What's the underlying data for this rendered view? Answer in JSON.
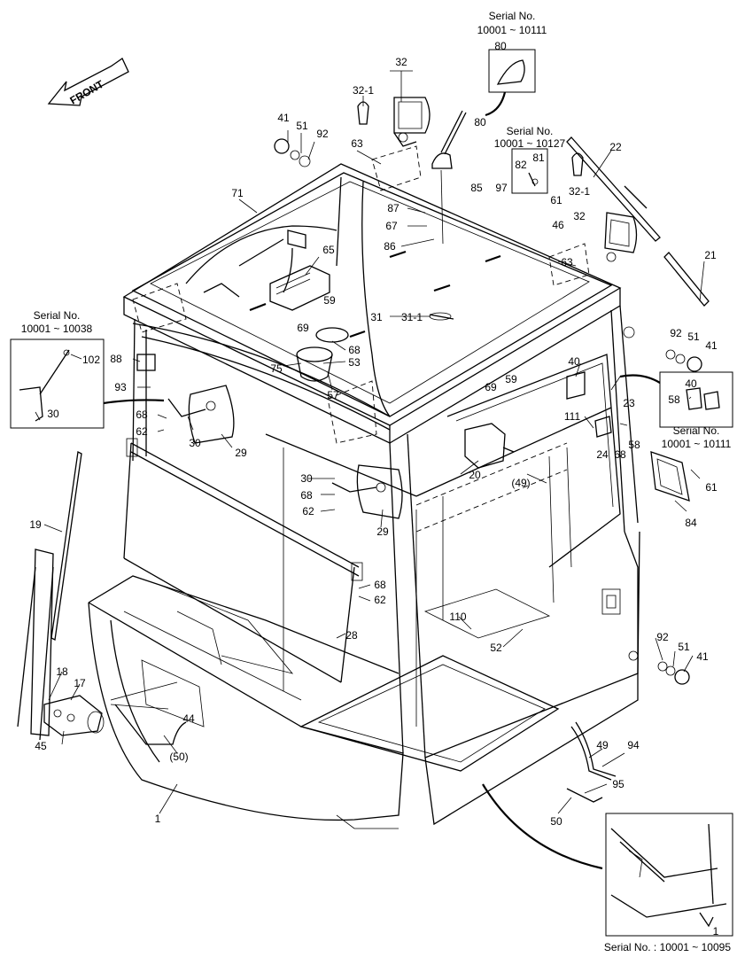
{
  "front_label": "FRONT",
  "serial_boxes": {
    "top": {
      "title": "Serial No.",
      "range": "10001 ~ 10111"
    },
    "right_upper": {
      "title": "Serial No.",
      "range": "10001 ~ 10127"
    },
    "left": {
      "title": "Serial No.",
      "range": "10001 ~ 10038"
    },
    "right_lower": {
      "title": "Serial No.",
      "range": "10001 ~ 10111"
    },
    "bottom": {
      "text": "Serial No. : 10001 ~ 10095"
    }
  },
  "callouts": [
    {
      "id": "c32a",
      "text": "32"
    },
    {
      "id": "c32-1a",
      "text": "32-1"
    },
    {
      "id": "c80a",
      "text": "80"
    },
    {
      "id": "c80b",
      "text": "80"
    },
    {
      "id": "c41a",
      "text": "41"
    },
    {
      "id": "c51a",
      "text": "51"
    },
    {
      "id": "c92a",
      "text": "92"
    },
    {
      "id": "c63a",
      "text": "63"
    },
    {
      "id": "c22",
      "text": "22"
    },
    {
      "id": "c82",
      "text": "82"
    },
    {
      "id": "c81",
      "text": "81"
    },
    {
      "id": "c97",
      "text": "97"
    },
    {
      "id": "c85",
      "text": "85"
    },
    {
      "id": "c61a",
      "text": "61"
    },
    {
      "id": "c32-1b",
      "text": "32-1"
    },
    {
      "id": "c32b",
      "text": "32"
    },
    {
      "id": "c46",
      "text": "46"
    },
    {
      "id": "c71",
      "text": "71"
    },
    {
      "id": "c87",
      "text": "87"
    },
    {
      "id": "c67",
      "text": "67"
    },
    {
      "id": "c86",
      "text": "86"
    },
    {
      "id": "c65",
      "text": "65"
    },
    {
      "id": "c63b",
      "text": "63"
    },
    {
      "id": "c21",
      "text": "21"
    },
    {
      "id": "c59a",
      "text": "59"
    },
    {
      "id": "c69a",
      "text": "69"
    },
    {
      "id": "c31",
      "text": "31"
    },
    {
      "id": "c31-1",
      "text": "31-1"
    },
    {
      "id": "c68a",
      "text": "68"
    },
    {
      "id": "c53",
      "text": "53"
    },
    {
      "id": "c75",
      "text": "75"
    },
    {
      "id": "c57",
      "text": "57"
    },
    {
      "id": "c92b",
      "text": "92"
    },
    {
      "id": "c51b",
      "text": "51"
    },
    {
      "id": "c41b",
      "text": "41"
    },
    {
      "id": "c102",
      "text": "102"
    },
    {
      "id": "c88",
      "text": "88"
    },
    {
      "id": "c93",
      "text": "93"
    },
    {
      "id": "c30a",
      "text": "30"
    },
    {
      "id": "c68b",
      "text": "68"
    },
    {
      "id": "c62a",
      "text": "62"
    },
    {
      "id": "c30b",
      "text": "30"
    },
    {
      "id": "c29a",
      "text": "29"
    },
    {
      "id": "c40a",
      "text": "40"
    },
    {
      "id": "c69b",
      "text": "69"
    },
    {
      "id": "c59b",
      "text": "59"
    },
    {
      "id": "c40b",
      "text": "40"
    },
    {
      "id": "c58a",
      "text": "58"
    },
    {
      "id": "c111",
      "text": "111"
    },
    {
      "id": "c23",
      "text": "23"
    },
    {
      "id": "c58b",
      "text": "58"
    },
    {
      "id": "c24",
      "text": "24"
    },
    {
      "id": "c68c",
      "text": "68"
    },
    {
      "id": "c20",
      "text": "20"
    },
    {
      "id": "c49a",
      "text": "(49)"
    },
    {
      "id": "c61b",
      "text": "61"
    },
    {
      "id": "c84",
      "text": "84"
    },
    {
      "id": "c30c",
      "text": "30"
    },
    {
      "id": "c68d",
      "text": "68"
    },
    {
      "id": "c62b",
      "text": "62"
    },
    {
      "id": "c29b",
      "text": "29"
    },
    {
      "id": "c19",
      "text": "19"
    },
    {
      "id": "c68e",
      "text": "68"
    },
    {
      "id": "c62c",
      "text": "62"
    },
    {
      "id": "c28",
      "text": "28"
    },
    {
      "id": "c110",
      "text": "110"
    },
    {
      "id": "c52",
      "text": "52"
    },
    {
      "id": "c92c",
      "text": "92"
    },
    {
      "id": "c51c",
      "text": "51"
    },
    {
      "id": "c41c",
      "text": "41"
    },
    {
      "id": "c18",
      "text": "18"
    },
    {
      "id": "c17",
      "text": "17"
    },
    {
      "id": "c44",
      "text": "44"
    },
    {
      "id": "c45",
      "text": "45"
    },
    {
      "id": "c50a",
      "text": "(50)"
    },
    {
      "id": "c49b",
      "text": "49"
    },
    {
      "id": "c94",
      "text": "94"
    },
    {
      "id": "c95",
      "text": "95"
    },
    {
      "id": "c50b",
      "text": "50"
    },
    {
      "id": "c1a",
      "text": "1"
    },
    {
      "id": "c1b",
      "text": "1"
    }
  ]
}
